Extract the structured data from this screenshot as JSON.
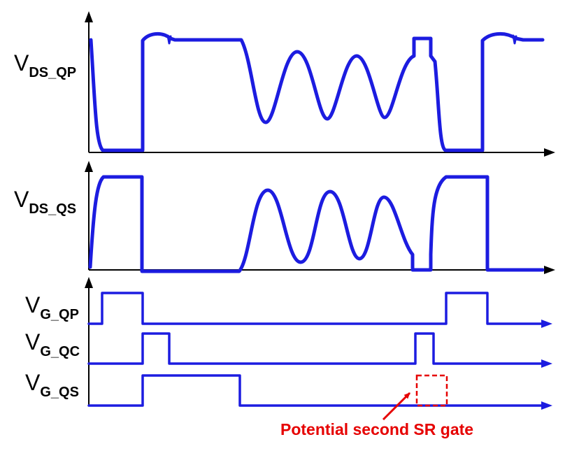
{
  "colors": {
    "waveform": "#1c1ce0",
    "axis": "#000000",
    "annotation": "#e60000"
  },
  "labels": {
    "vds_qp": {
      "main": "V",
      "sub": "DS_QP"
    },
    "vds_qs": {
      "main": "V",
      "sub": "DS_QS"
    },
    "vg_qp": {
      "main": "V",
      "sub": "G_QP"
    },
    "vg_qc": {
      "main": "V",
      "sub": "G_QC"
    },
    "vg_qs": {
      "main": "V",
      "sub": "G_QS"
    }
  },
  "annotation": {
    "text": "Potential second SR gate"
  }
}
